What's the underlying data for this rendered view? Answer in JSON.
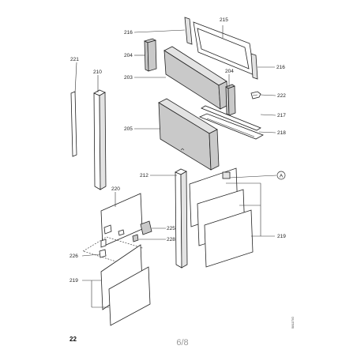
{
  "labels": {
    "p215": "215",
    "p216a": "216",
    "p216b": "216",
    "p204a": "204",
    "p204b": "204",
    "p203": "203",
    "p221": "221",
    "p210": "210",
    "p222": "222",
    "p217": "217",
    "p218": "218",
    "p205": "205",
    "p212": "212",
    "p220": "220",
    "p225": "225",
    "p228": "228",
    "p226": "226",
    "p219a": "219",
    "p219b": "219"
  },
  "symbol": "A",
  "page_ref": "22",
  "page_number": "6/8",
  "drawing_code": "5811TIG"
}
